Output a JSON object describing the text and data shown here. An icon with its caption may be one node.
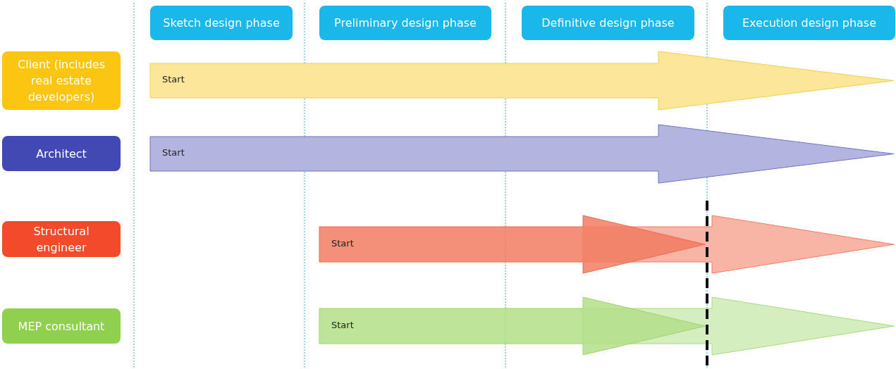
{
  "diagram": {
    "nodes": [
      {
        "text": [
          "Sketch design phase"
        ]
      },
      {
        "text": [
          "Preliminary design phase"
        ]
      },
      {
        "text": [
          "Definitive design phase"
        ]
      },
      {
        "text": [
          "Execution design phase"
        ]
      },
      {
        "text": [
          "Client (includes real estate developers)"
        ]
      },
      {
        "text": [
          "Start"
        ]
      },
      {
        "text": [
          "Architect"
        ]
      },
      {
        "text": [
          "Start"
        ]
      },
      {
        "text": [
          "Structural engineer"
        ]
      },
      {
        "text": [
          "Start"
        ]
      },
      {
        "text": [],
        "shape": "arrow"
      },
      {
        "text": [
          "MEP consultant"
        ]
      },
      {
        "text": [
          "Start"
        ]
      },
      {
        "text": [],
        "shape": "arrow"
      }
    ],
    "edges": []
  }
}
